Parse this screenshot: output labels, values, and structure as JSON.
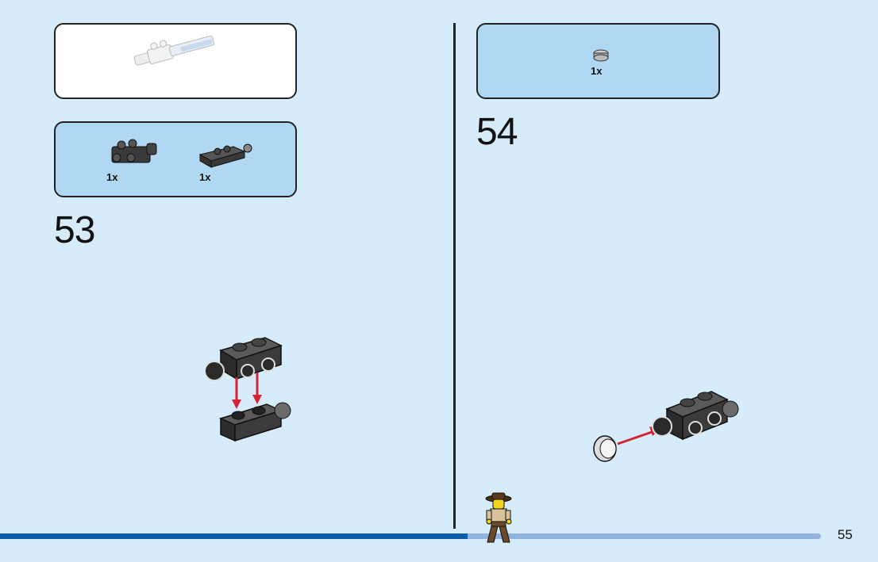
{
  "left_page": {
    "step53": {
      "number": "53",
      "parts": [
        {
          "icon": "dark-gray-brick-with-studs-on-side",
          "qty": "1x"
        },
        {
          "icon": "dark-gray-plate-with-ball",
          "qty": "1x"
        }
      ]
    }
  },
  "right_page": {
    "step54": {
      "number": "54",
      "parts": [
        {
          "icon": "light-gray-round-tile",
          "qty": "1x"
        }
      ]
    }
  },
  "footer": {
    "page_number": "55",
    "progress_fraction": 0.57
  },
  "colors": {
    "background": "#d6ecfa",
    "callout_blue": "#b0d8f2",
    "progress_fill": "#0a5cab",
    "progress_track": "#8fb2de",
    "arrow_red": "#d42433"
  }
}
